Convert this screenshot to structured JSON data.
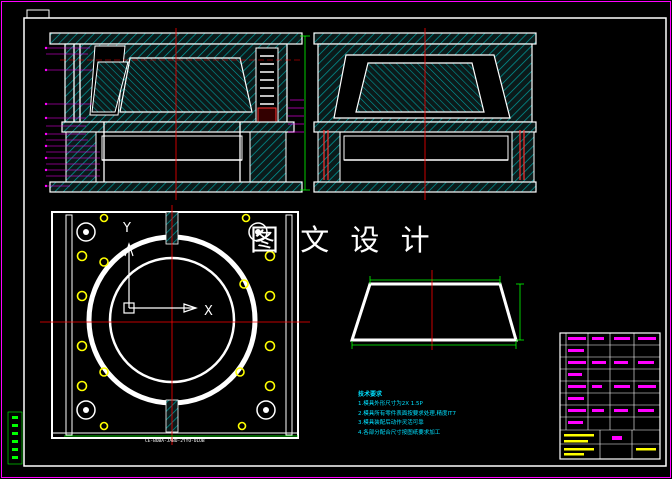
{
  "overlay_title": "图 文 设 计",
  "notes": {
    "header": "技术要求",
    "items": [
      "1.模具外形尺寸为2X 1.5P",
      "2.模具所有零件表面按要求处理,精度IT7",
      "3.模具装配后动作灵活可靠",
      "4.各部分配合尺寸按图纸要求加工"
    ]
  },
  "plan_caption": "CE-BOBA-JABO-2YYO-OLOB",
  "axis_labels": {
    "y": "Y",
    "x": "X"
  },
  "colors": {
    "frame": "#ff00ff",
    "line": "#ffffff",
    "hatch": "#00a0a0",
    "center": "#ff0000",
    "dimension": "#00ff00",
    "leader": "#ff00ff",
    "note": "#00e0ff",
    "part": "#ffff00"
  }
}
